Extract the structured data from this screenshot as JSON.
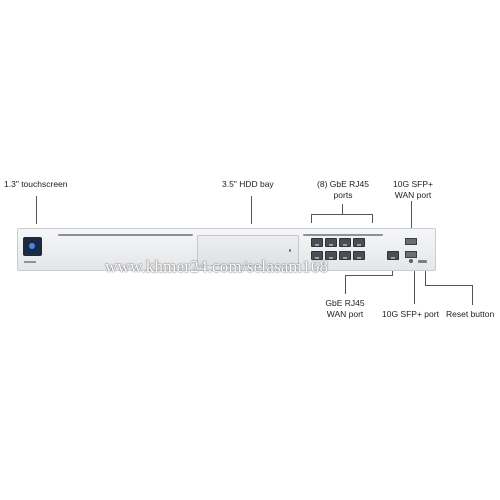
{
  "labels": {
    "touchscreen": "1.3\" touchscreen",
    "hdd_bay": "3.5\" HDD bay",
    "rj45_ports_line1": "(8) GbE RJ45",
    "rj45_ports_line2": "ports",
    "sfp_wan_line1": "10G SFP+",
    "sfp_wan_line2": "WAN port",
    "gbe_wan_line1": "GbE RJ45",
    "gbe_wan_line2": "WAN port",
    "sfp_port": "10G SFP+ port",
    "reset_button": "Reset button"
  },
  "watermark": "www.khmer24.com/selasam168",
  "colors": {
    "device_body": "#eceef0",
    "screen": "#1b2a44",
    "screen_accent": "#3f86e8",
    "leader": "#555555"
  }
}
